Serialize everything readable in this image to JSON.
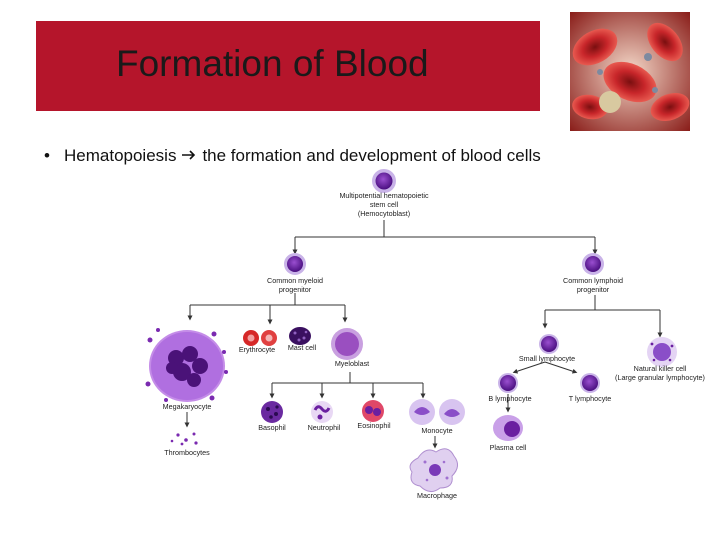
{
  "slide": {
    "title": "Formation of Blood",
    "bullet": {
      "term": "Hematopoiesis",
      "arrow_icon": "right-arrow",
      "definition": "the formation and development of blood cells"
    }
  },
  "photo": {
    "icon": "blood-cells-photo"
  },
  "diagram": {
    "stem_cell": [
      "Multipotential hematopoietic",
      "stem cell",
      "(Hemocytoblast)"
    ],
    "myeloid_progenitor": [
      "Common myeloid",
      "progenitor"
    ],
    "lymphoid_progenitor": [
      "Common lymphoid",
      "progenitor"
    ],
    "erythrocyte": "Erythrocyte",
    "mast_cell": "Mast cell",
    "megakaryocyte": "Megakaryocyte",
    "thrombocytes": "Thrombocytes",
    "myeloblast": "Myeloblast",
    "basophil": "Basophil",
    "neutrophil": "Neutrophil",
    "eosinophil": "Eosinophil",
    "monocyte": "Monocyte",
    "macrophage": "Macrophage",
    "small_lymphocyte": "Small lymphocyte",
    "nk_cell": [
      "Natural killer cell",
      "(Large granular lymphocyte)"
    ],
    "b_lymphocyte": "B lymphocyte",
    "t_lymphocyte": "T lymphocyte",
    "plasma_cell": "Plasma cell",
    "colors": {
      "title_bar": "#b5152b",
      "cell_purple": "#6a1fa0",
      "membrane": "#c9b3e8"
    }
  }
}
